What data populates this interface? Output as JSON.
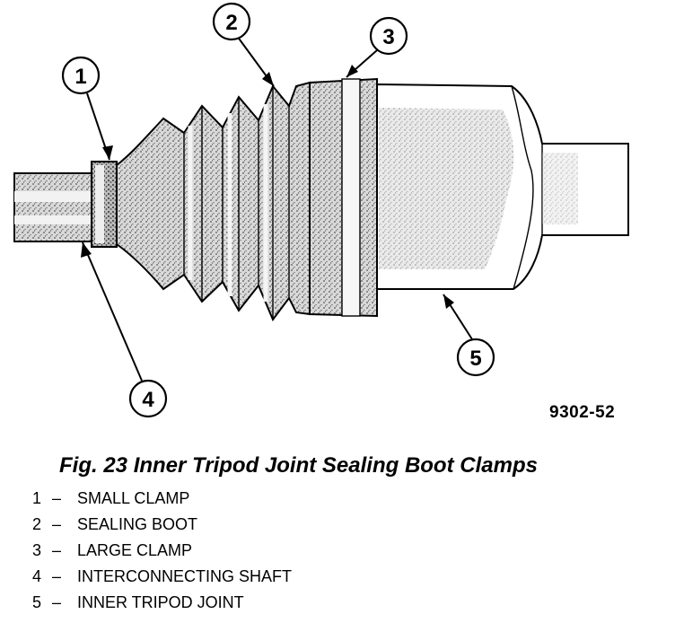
{
  "figure_code": "9302-52",
  "caption": "Fig. 23 Inner Tripod Joint Sealing Boot Clamps",
  "callouts": [
    "1",
    "2",
    "3",
    "4",
    "5"
  ],
  "legend_dash": "–",
  "legend": [
    {
      "num": "1",
      "text": "SMALL CLAMP"
    },
    {
      "num": "2",
      "text": "SEALING BOOT"
    },
    {
      "num": "3",
      "text": "LARGE CLAMP"
    },
    {
      "num": "4",
      "text": "INTERCONNECTING SHAFT"
    },
    {
      "num": "5",
      "text": "INNER TRIPOD JOINT"
    }
  ]
}
